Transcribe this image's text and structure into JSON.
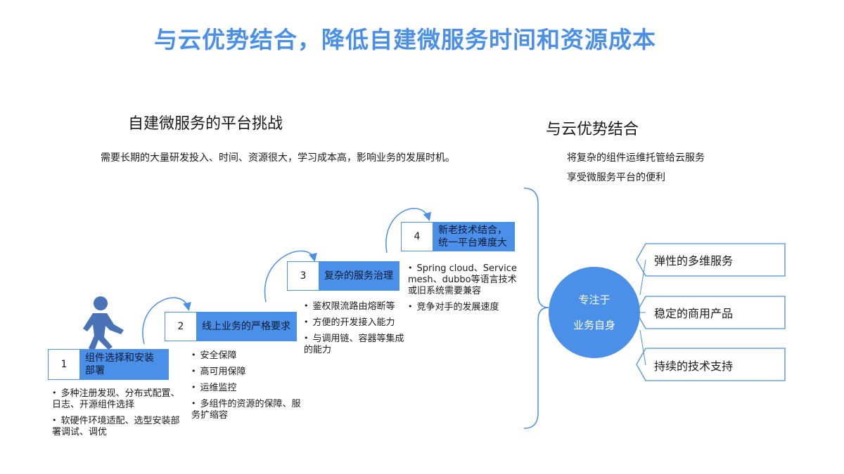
{
  "title": "与云优势结合，降低自建微服务时间和资源成本",
  "left": {
    "heading": "自建微服务的平台挑战",
    "description": "需要长期的大量研发投入、时间、资源很大，学习成本高，影响业务的发展时机。",
    "steps": [
      {
        "num": "1",
        "label": "组件选择和安装部署",
        "bullets": [
          "多种注册发现、分布式配置、日志、开源组件选择",
          "软硬件环境适配、选型安装部署调试、调优"
        ]
      },
      {
        "num": "2",
        "label": "线上业务的严格要求",
        "bullets": [
          "安全保障",
          "高可用保障",
          "运维监控",
          "多组件的资源的保障、服务扩缩容"
        ]
      },
      {
        "num": "3",
        "label": "复杂的服务治理",
        "bullets": [
          "鉴权限流路由熔断等",
          "方便的开发接入能力",
          "与调用链、容器等集成的能力"
        ]
      },
      {
        "num": "4",
        "label": "新老技术结合，统一平台难度大",
        "bullets": [
          "Spring cloud、Service mesh、dubbo等语言技术或旧系统需要兼容",
          "竞争对手的发展速度"
        ]
      }
    ]
  },
  "right": {
    "heading": "与云优势结合",
    "lines": [
      "将复杂的组件运维托管给云服务",
      "享受微服务平台的便利"
    ],
    "center": [
      "专注于",
      "业务自身"
    ],
    "tags": [
      "弹性的多维服务",
      "稳定的商用产品",
      "持续的技术支持"
    ]
  },
  "colors": {
    "accent": "#4A8FE8"
  }
}
